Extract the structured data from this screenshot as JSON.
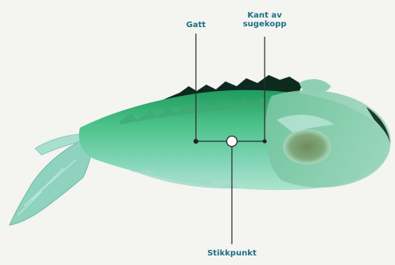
{
  "labels": {
    "gatt": "Gatt",
    "kant_line1": "Kant av",
    "kant_line2": "sugekopp",
    "stikkpunkt": "Stikkpunkt"
  },
  "colors": {
    "background": "#f4f4f1",
    "label": "#1f6f86",
    "leader": "#2b2b2b",
    "fish_body": "#5fbf9a",
    "fish_dark": "#0e2a1e"
  }
}
